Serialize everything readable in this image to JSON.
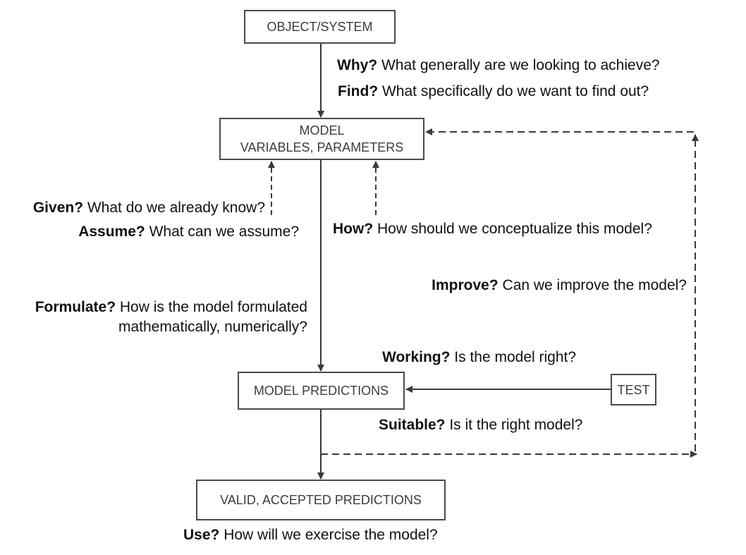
{
  "boxes": {
    "object_system": "OBJECT/SYSTEM",
    "model_line1": "MODEL",
    "model_line2": "VARIABLES, PARAMETERS",
    "model_predictions": "MODEL PREDICTIONS",
    "test": "TEST",
    "valid_predictions": "VALID, ACCEPTED PREDICTIONS"
  },
  "questions": {
    "why": {
      "label": "Why?",
      "text": " What generally are we looking to achieve?"
    },
    "find": {
      "label": "Find?",
      "text": " What specifically do we want to find out?"
    },
    "given": {
      "label": "Given?",
      "text": " What do we already know?"
    },
    "assume": {
      "label": "Assume?",
      "text": " What can we assume?"
    },
    "how": {
      "label": "How?",
      "text": " How should we conceptualize this model?"
    },
    "improve": {
      "label": "Improve?",
      "text": " Can we improve the model?"
    },
    "formulate": {
      "label": "Formulate?",
      "text": " How is the model formulated",
      "text2": "mathematically, numerically?"
    },
    "working": {
      "label": "Working?",
      "text": " Is the model right?"
    },
    "suitable": {
      "label": "Suitable?",
      "text": " Is it the right model?"
    },
    "use": {
      "label": "Use?",
      "text": " How will we exercise the model?"
    }
  },
  "colors": {
    "line": "#3a3a3a",
    "box_border": "#4a4a4a",
    "box_text": "#3c3c3c",
    "text": "#111111"
  }
}
